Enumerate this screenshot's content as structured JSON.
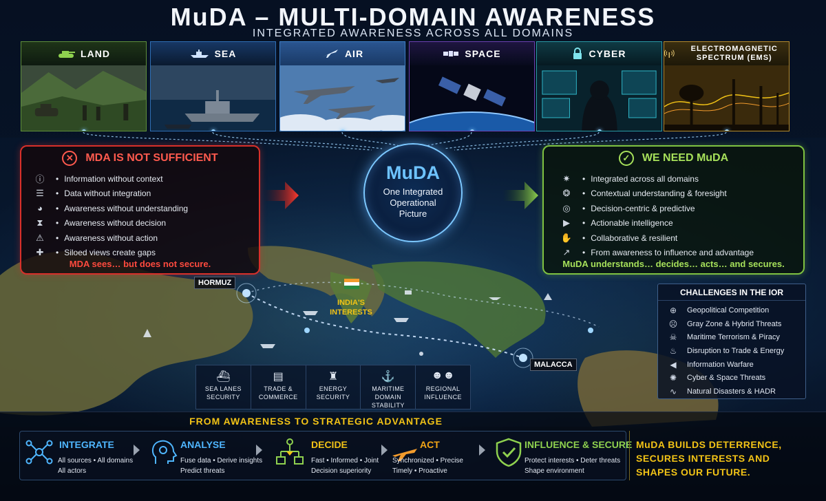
{
  "title": "MuDA – MULTI-DOMAIN AWARENESS",
  "subtitle": "INTEGRATED AWARENESS ACROSS ALL DOMAINS",
  "domains": [
    {
      "label": "LAND",
      "icon": "tank-icon",
      "color": "#5f8f3a"
    },
    {
      "label": "SEA",
      "icon": "warship-icon",
      "color": "#2f6fb5"
    },
    {
      "label": "AIR",
      "icon": "jet-icon",
      "color": "#3d7fc7"
    },
    {
      "label": "SPACE",
      "icon": "satellite-icon",
      "color": "#6b3fb0"
    },
    {
      "label": "CYBER",
      "icon": "lock-icon",
      "color": "#2a9aa5"
    },
    {
      "label": "ELECTROMAGNETIC SPECTRUM (EMS)",
      "icon": "antenna-icon",
      "color": "#b58a2a"
    }
  ],
  "left_panel": {
    "title": "MDA IS NOT SUFFICIENT",
    "items": [
      {
        "icon": "info-icon",
        "text": "Information without context"
      },
      {
        "icon": "database-icon",
        "text": "Data without integration"
      },
      {
        "icon": "head-icon",
        "text": "Awareness without understanding"
      },
      {
        "icon": "hourglass-icon",
        "text": "Awareness without decision"
      },
      {
        "icon": "warning-icon",
        "text": "Awareness without action"
      },
      {
        "icon": "puzzle-icon",
        "text": "Siloed views create gaps"
      }
    ],
    "footer": "MDA sees… but does not secure."
  },
  "center": {
    "title": "MuDA",
    "description": "One Integrated Operational Picture"
  },
  "right_panel": {
    "title": "WE NEED MuDA",
    "items": [
      {
        "icon": "network-icon",
        "text": "Integrated across all domains"
      },
      {
        "icon": "brain-icon",
        "text": "Contextual understanding & foresight"
      },
      {
        "icon": "target-icon",
        "text": "Decision-centric & predictive"
      },
      {
        "icon": "play-icon",
        "text": "Actionable intelligence"
      },
      {
        "icon": "handshake-icon",
        "text": "Collaborative & resilient"
      },
      {
        "icon": "growth-chart-icon",
        "text": "From awareness to influence and advantage"
      }
    ],
    "footer": "MuDA understands… decides… acts… and secures."
  },
  "map": {
    "hormuz": "HORMUZ",
    "malacca": "MALACCA",
    "india_interests": "INDIA'S INTERESTS"
  },
  "interests": [
    {
      "icon": "ship-icon",
      "label": "SEA LANES SECURITY"
    },
    {
      "icon": "cargo-ship-icon",
      "label": "TRADE & COMMERCE"
    },
    {
      "icon": "oil-rig-icon",
      "label": "ENERGY SECURITY"
    },
    {
      "icon": "anchor-icon",
      "label": "MARITIME DOMAIN STABILITY"
    },
    {
      "icon": "people-icon",
      "label": "REGIONAL INFLUENCE"
    }
  ],
  "challenges": {
    "title": "CHALLENGES IN THE IOR",
    "items": [
      {
        "icon": "globe-icon",
        "text": "Geopolitical Competition"
      },
      {
        "icon": "mask-icon",
        "text": "Gray Zone & Hybrid Threats"
      },
      {
        "icon": "skull-icon",
        "text": "Maritime Terrorism & Piracy"
      },
      {
        "icon": "flame-icon",
        "text": "Disruption to Trade & Energy"
      },
      {
        "icon": "megaphone-icon",
        "text": "Information Warfare"
      },
      {
        "icon": "cyber-icon",
        "text": "Cyber & Space Threats"
      },
      {
        "icon": "pulse-icon",
        "text": "Natural Disasters & HADR"
      }
    ]
  },
  "bottom": {
    "title": "FROM AWARENESS TO STRATEGIC ADVANTAGE",
    "steps": [
      {
        "title": "INTEGRATE",
        "line1": "All sources • All domains",
        "line2": "All actors",
        "color": "#4fb6ff"
      },
      {
        "title": "ANALYSE",
        "line1": "Fuse data • Derive insights",
        "line2": "Predict threats",
        "color": "#4fb6ff"
      },
      {
        "title": "DECIDE",
        "line1": "Fast • Informed • Joint",
        "line2": "Decision superiority",
        "color": "#f2c316"
      },
      {
        "title": "ACT",
        "line1": "Synchronized • Precise",
        "line2": "Timely • Proactive",
        "color": "#f2a516"
      },
      {
        "title": "INFLUENCE & SECURE",
        "line1": "Protect interests • Deter threats",
        "line2": "Shape environment",
        "color": "#8fd14f"
      }
    ],
    "closing": "MuDA BUILDS DETERRENCE, SECURES INTERESTS AND SHAPES OUR FUTURE."
  },
  "colors": {
    "red": "#d9302a",
    "green": "#7fc241",
    "blue": "#6ec3ff",
    "gold": "#f2c316"
  }
}
